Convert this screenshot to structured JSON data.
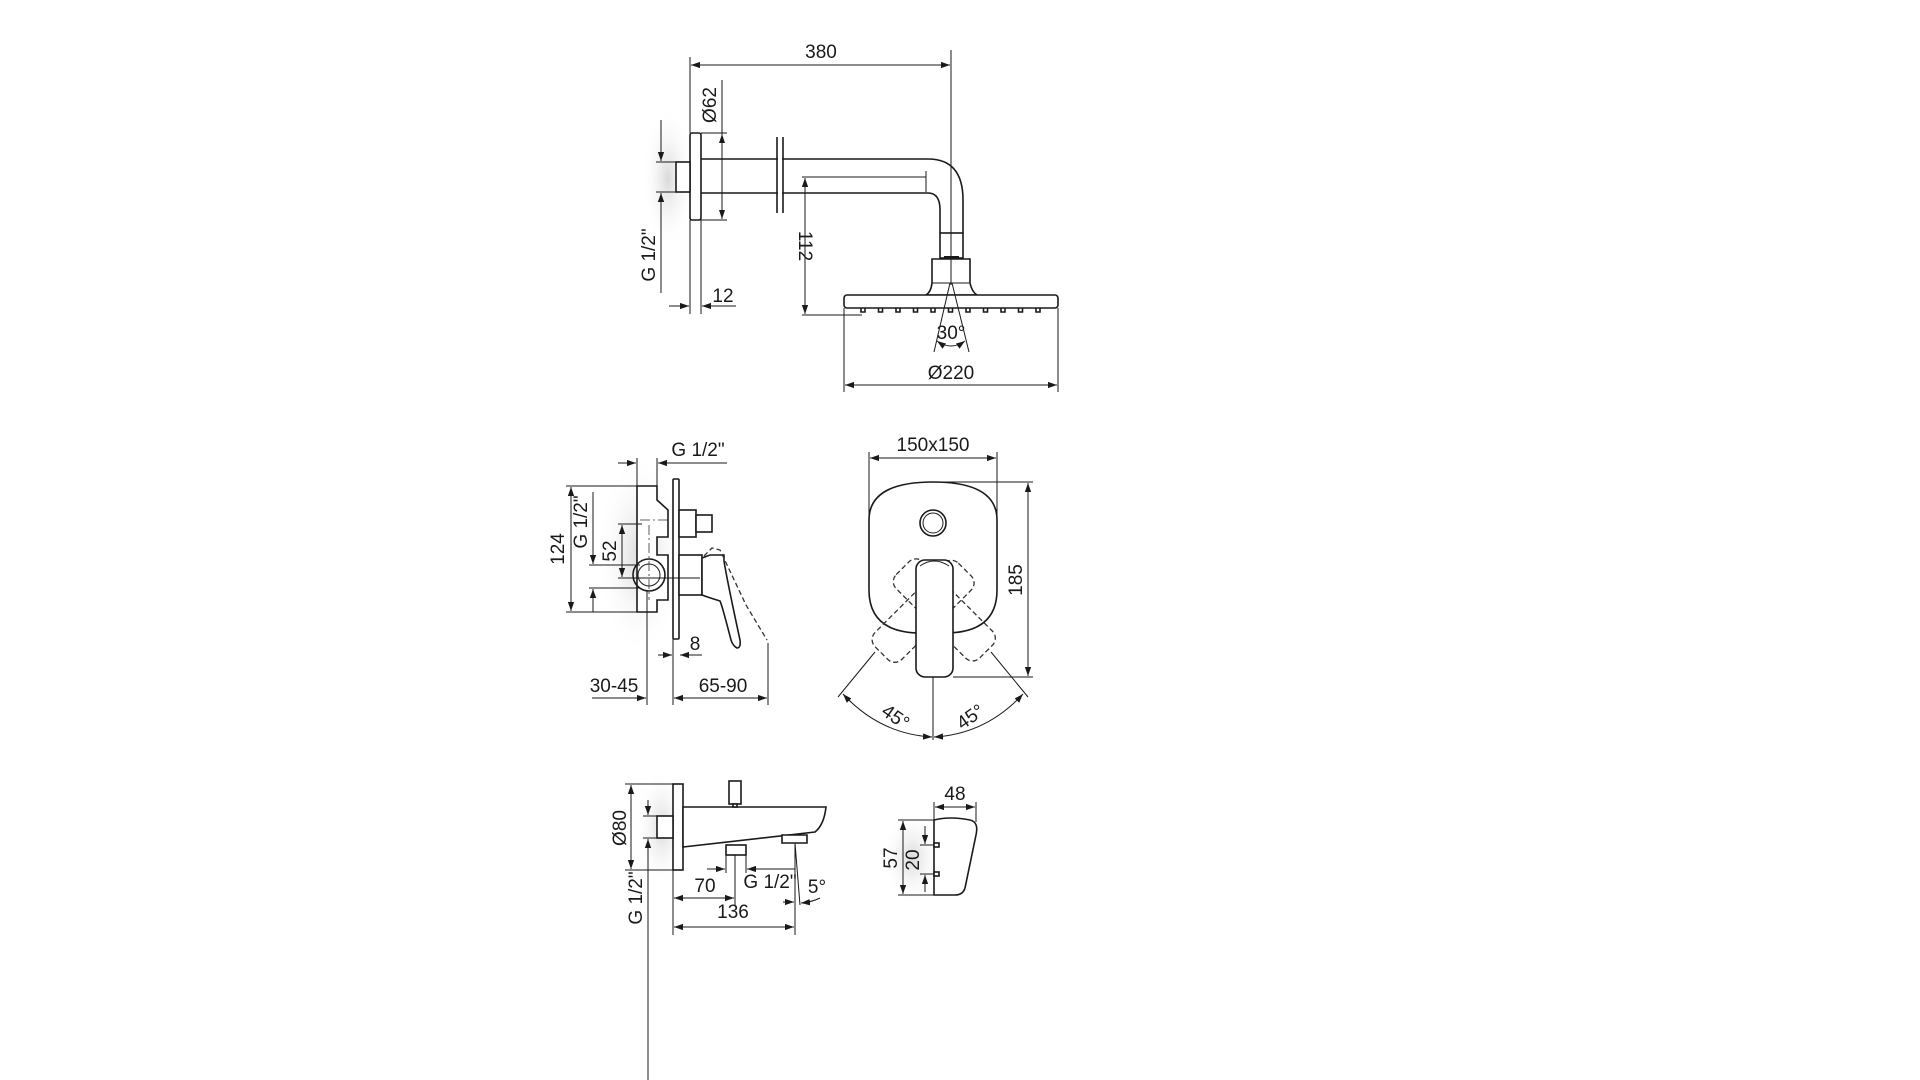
{
  "overhead_shower": {
    "arm_length": "380",
    "flange_diameter": "Ø62",
    "thread": "G 1/2\"",
    "flange_thickness": "12",
    "drop_height": "112",
    "spray_angle": "30°",
    "head_diameter": "Ø220"
  },
  "mixer_side": {
    "thread_top": "G 1/2\"",
    "height": "124",
    "thread_side": "G 1/2\"",
    "outlet_offset": "52",
    "plate_thickness": "8",
    "install_depth": "30-45",
    "projection": "65-90"
  },
  "mixer_front": {
    "plate_size": "150x150",
    "height": "185",
    "angle_left": "45°",
    "angle_right": "45°"
  },
  "spout_side": {
    "flange_diameter": "Ø80",
    "thread_wall": "G 1/2\"",
    "outlet_distance": "70",
    "thread_bottom": "G 1/2\"",
    "tilt_angle": "5°",
    "length": "136"
  },
  "spout_end": {
    "width": "48",
    "height": "57",
    "pin_spacing": "20"
  }
}
